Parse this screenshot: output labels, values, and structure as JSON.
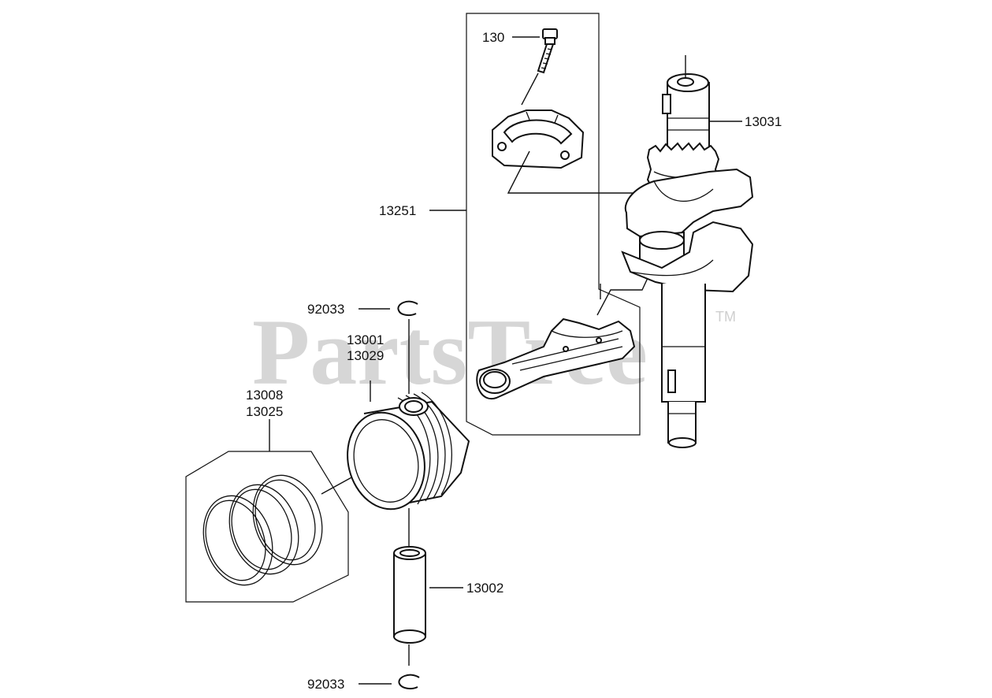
{
  "watermark": {
    "text": "PartsTree",
    "trademark": "TM",
    "color": "#d6d6d6"
  },
  "parts": [
    {
      "id": "p130",
      "number": "130"
    },
    {
      "id": "p13031",
      "number": "13031"
    },
    {
      "id": "p13251",
      "number": "13251"
    },
    {
      "id": "p92033_top",
      "number": "92033"
    },
    {
      "id": "p13001",
      "number": "13001"
    },
    {
      "id": "p13029",
      "number": "13029"
    },
    {
      "id": "p13008",
      "number": "13008"
    },
    {
      "id": "p13025",
      "number": "13025"
    },
    {
      "id": "p13002",
      "number": "13002"
    },
    {
      "id": "p92033_bottom",
      "number": "92033"
    }
  ]
}
